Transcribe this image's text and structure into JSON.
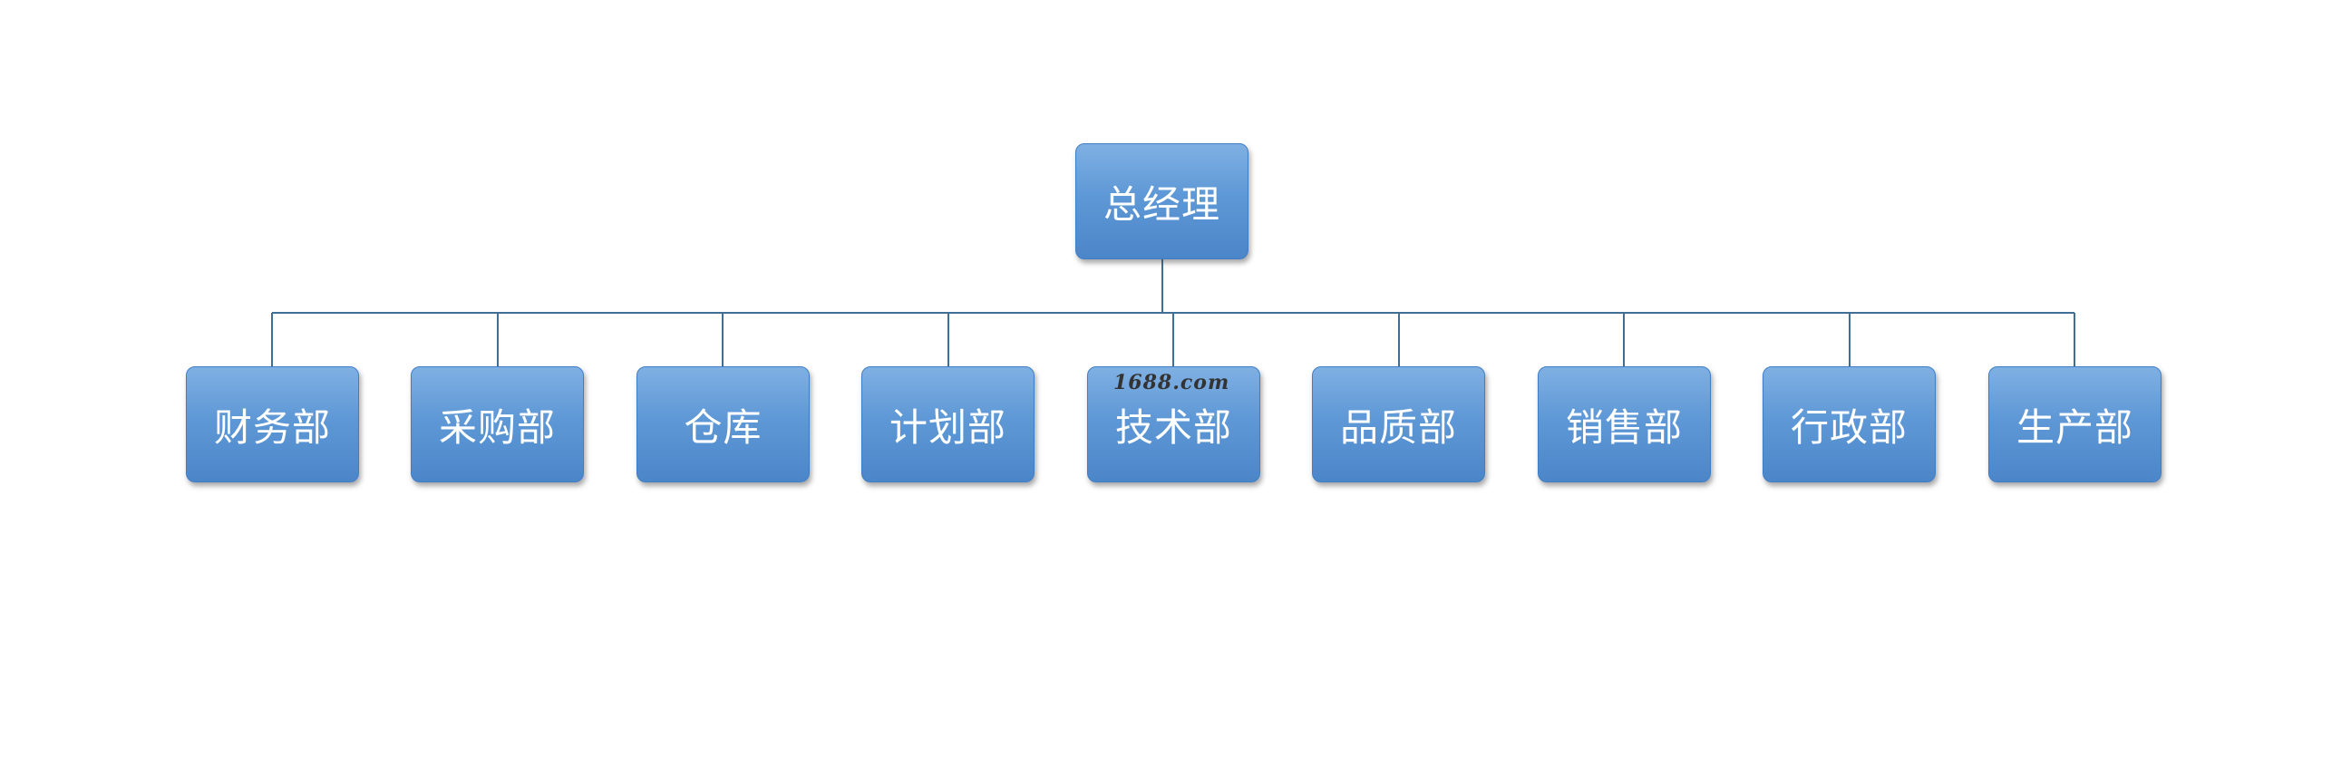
{
  "chart": {
    "root": "总经理",
    "departments": [
      "财务部",
      "采购部",
      "仓库",
      "计划部",
      "技术部",
      "品质部",
      "销售部",
      "行政部",
      "生产部"
    ],
    "box_color": "#5b95d5",
    "connector_color": "#3f6f95"
  },
  "watermark": "1688.com"
}
